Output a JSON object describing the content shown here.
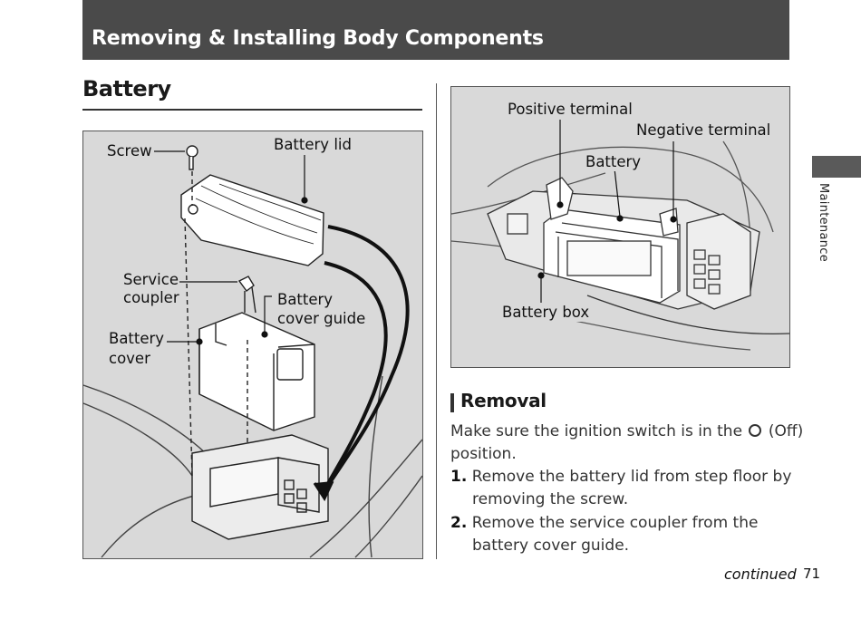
{
  "header": {
    "title": "Removing & Installing Body Components"
  },
  "section": {
    "title": "Battery"
  },
  "side_tab": {
    "label": "Maintenance"
  },
  "figure_left": {
    "labels": {
      "screw": "Screw",
      "battery_lid": "Battery lid",
      "service_coupler_1": "Service",
      "service_coupler_2": "coupler",
      "cover_guide_1": "Battery",
      "cover_guide_2": "cover guide",
      "battery_cover_1": "Battery",
      "battery_cover_2": "cover"
    }
  },
  "figure_right": {
    "labels": {
      "positive_terminal": "Positive terminal",
      "negative_terminal": "Negative terminal",
      "battery": "Battery",
      "battery_box": "Battery box"
    }
  },
  "removal": {
    "title": "Removal",
    "intro_before": "Make sure the ignition switch is in the",
    "intro_after": "(Off)",
    "intro_line2": "position.",
    "steps": [
      {
        "num": "1.",
        "line1": "Remove the battery lid from step floor by",
        "line2": "removing the screw."
      },
      {
        "num": "2.",
        "line1": "Remove the service coupler from the",
        "line2": "battery cover guide."
      }
    ]
  },
  "footer": {
    "continued": "continued",
    "page_number": "71"
  }
}
